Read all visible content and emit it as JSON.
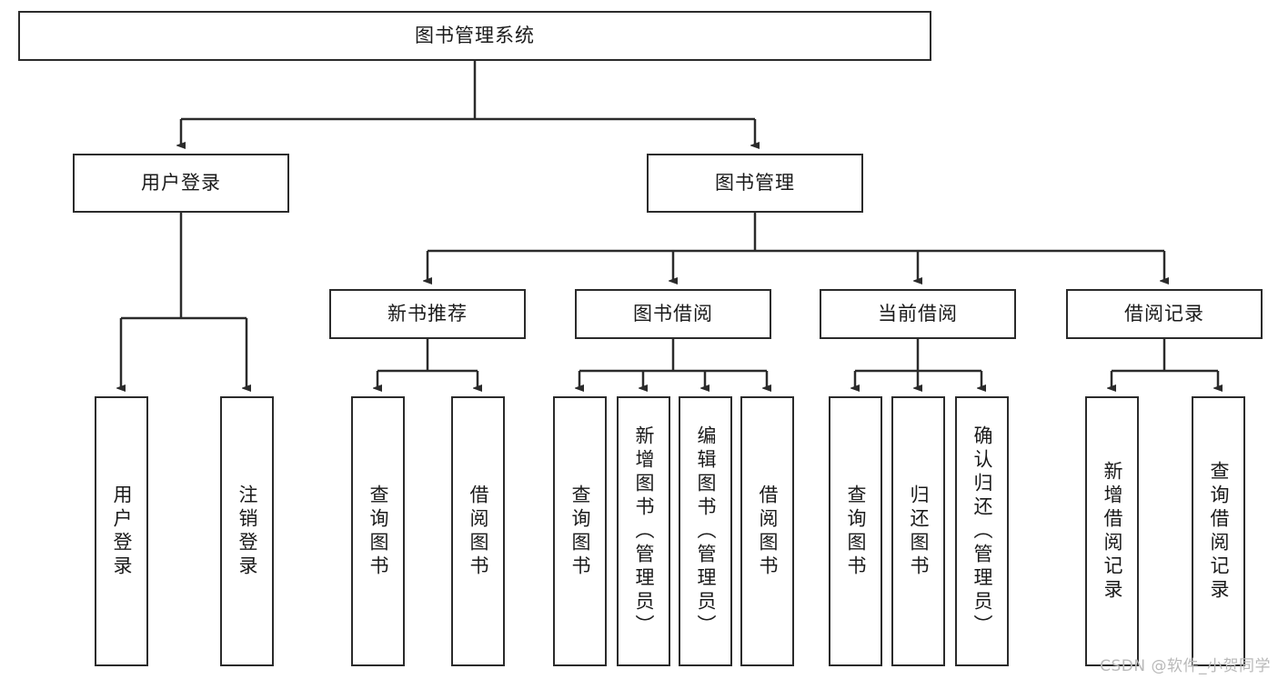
{
  "diagram": {
    "title": "图书管理系统",
    "type": "functional-structure-tree",
    "colors": {
      "box_border": "#2b2b2b",
      "box_fill": "#ffffff",
      "edge": "#2b2b2b",
      "watermark": "#b9b9b9",
      "background": "#ffffff"
    },
    "root": {
      "label": "图书管理系统"
    },
    "level2": [
      {
        "label": "用户登录"
      },
      {
        "label": "图书管理"
      }
    ],
    "level3": [
      {
        "label": "新书推荐"
      },
      {
        "label": "图书借阅"
      },
      {
        "label": "当前借阅"
      },
      {
        "label": "借阅记录"
      }
    ],
    "leaves": {
      "user_login": [
        {
          "label": "用户登录"
        },
        {
          "label": "注销登录"
        }
      ],
      "new_book_recommend": [
        {
          "label": "查询图书"
        },
        {
          "label": "借阅图书"
        }
      ],
      "book_borrow": [
        {
          "label": "查询图书"
        },
        {
          "label": "新增图书（管理员）"
        },
        {
          "label": "编辑图书（管理员）"
        },
        {
          "label": "借阅图书"
        }
      ],
      "current_borrow": [
        {
          "label": "查询图书"
        },
        {
          "label": "归还图书"
        },
        {
          "label": "确认归还（管理员）"
        }
      ],
      "borrow_record": [
        {
          "label": "新增借阅记录"
        },
        {
          "label": "查询借阅记录"
        }
      ]
    },
    "watermark": "CSDN @软件_小贺同学"
  }
}
